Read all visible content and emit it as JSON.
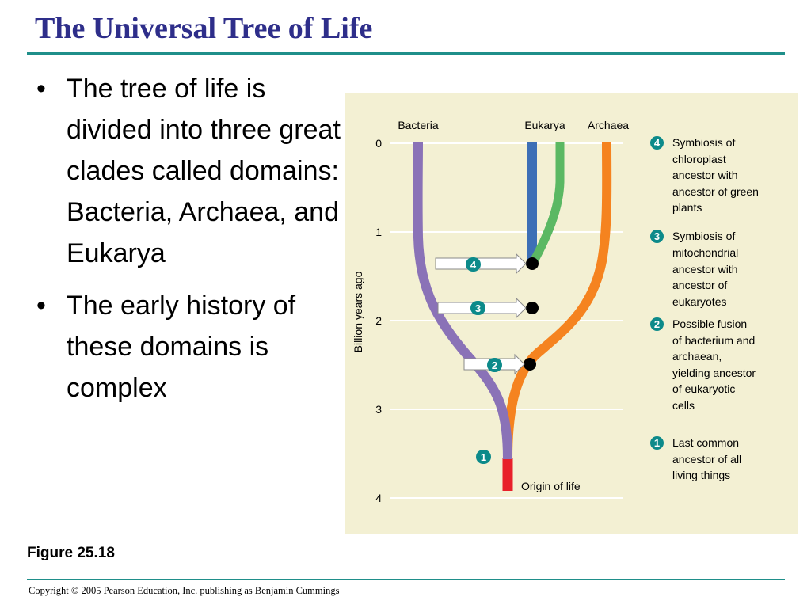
{
  "slide": {
    "title": "The Universal Tree of Life",
    "bullets": [
      "The tree of life is divided into three great clades called domains: Bacteria, Archaea, and Eukarya",
      "The early history of these domains is complex"
    ],
    "figure_label": "Figure 25.18",
    "copyright": "Copyright © 2005 Pearson Education, Inc. publishing as Benjamin Cummings"
  },
  "diagram": {
    "domains": [
      "Bacteria",
      "Eukarya",
      "Archaea"
    ],
    "axis_label": "Billion years ago",
    "ticks": [
      "0",
      "1",
      "2",
      "3",
      "4"
    ],
    "origin_label": "Origin of life",
    "events": [
      {
        "num": "4",
        "text": [
          "Symbiosis of",
          "chloroplast",
          "ancestor with",
          "ancestor of green",
          "plants"
        ]
      },
      {
        "num": "3",
        "text": [
          "Symbiosis of",
          "mitochondrial",
          "ancestor with",
          "ancestor of",
          "eukaryotes"
        ]
      },
      {
        "num": "2",
        "text": [
          "Possible fusion",
          "of bacterium and",
          "archaean,",
          "yielding ancestor",
          "of eukaryotic",
          "cells"
        ]
      },
      {
        "num": "1",
        "text": [
          "Last common",
          "ancestor of all",
          "living things"
        ]
      }
    ],
    "colors": {
      "bacteria": "#8a72b7",
      "eukarya": "#3d6fb6",
      "archaea": "#f5831f",
      "plants": "#5bb863",
      "stem": "#0f5f62",
      "origin": "#e8202a",
      "badge": "#0c8a8a",
      "gridline": "#ffffff",
      "panel": "#f3f0d3"
    }
  }
}
